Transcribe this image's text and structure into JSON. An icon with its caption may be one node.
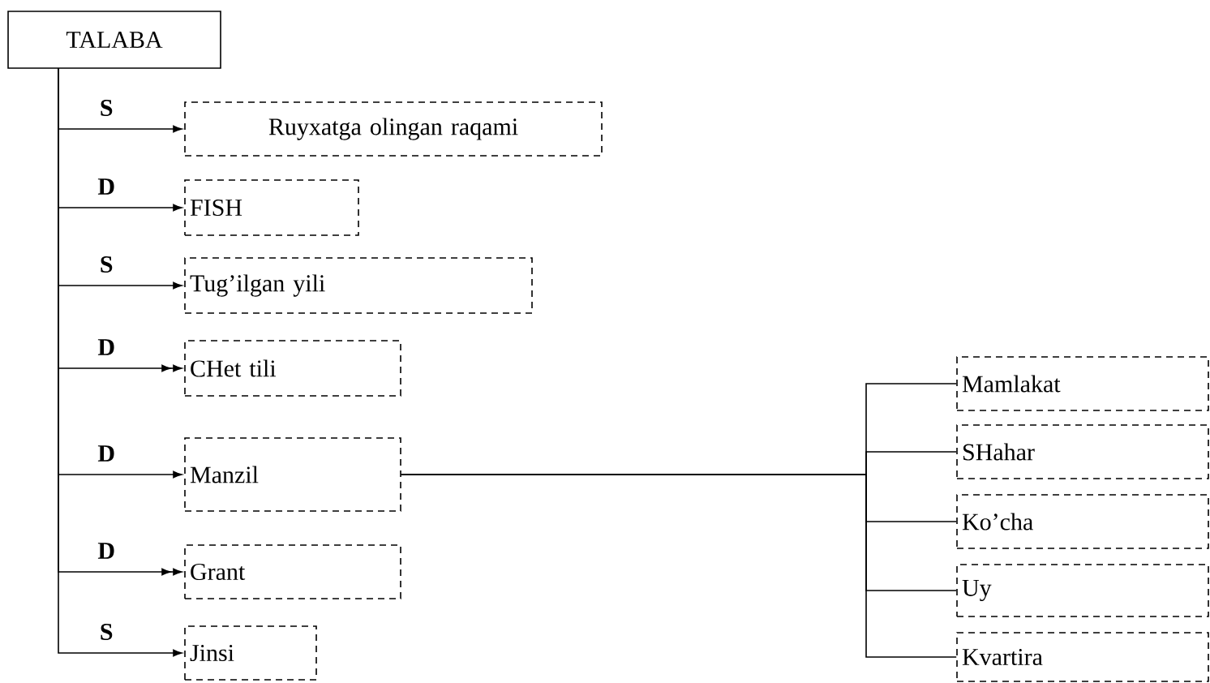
{
  "diagram": {
    "nodes": [
      {
        "text": [
          "TALABA"
        ]
      },
      {
        "text": [
          "Ruyxatga olingan raqami"
        ]
      },
      {
        "text": [
          "FISH"
        ]
      },
      {
        "text": [
          "Tug’ilgan yili"
        ]
      },
      {
        "text": [
          "CHet tili"
        ]
      },
      {
        "text": [
          "Manzil"
        ]
      },
      {
        "text": [
          "Grant"
        ]
      },
      {
        "text": [
          "Jinsi"
        ]
      },
      {
        "text": [
          "Mamlakat"
        ]
      },
      {
        "text": [
          "SHahar"
        ]
      },
      {
        "text": [
          "Ko’cha"
        ]
      },
      {
        "text": [
          "Uy"
        ]
      },
      {
        "text": [
          "Kvartira"
        ]
      }
    ],
    "edges": [
      {
        "from": 0,
        "to": 1,
        "arrow": "to",
        "label": "S"
      },
      {
        "from": 0,
        "to": 2,
        "arrow": "to",
        "label": "D"
      },
      {
        "from": 0,
        "to": 3,
        "arrow": "to",
        "label": "S"
      },
      {
        "from": 0,
        "to": 4,
        "arrow": "to",
        "label": "D"
      },
      {
        "from": 0,
        "to": 5,
        "arrow": "to",
        "label": "D"
      },
      {
        "from": 0,
        "to": 6,
        "arrow": "to",
        "label": "D"
      },
      {
        "from": 0,
        "to": 7,
        "arrow": "to",
        "label": "S"
      },
      {
        "from": 5,
        "to": 8,
        "arrow": "none"
      },
      {
        "from": 5,
        "to": 9,
        "arrow": "none"
      },
      {
        "from": 5,
        "to": 10,
        "arrow": "none"
      },
      {
        "from": 5,
        "to": 11,
        "arrow": "none"
      },
      {
        "from": 5,
        "to": 12,
        "arrow": "none"
      }
    ]
  }
}
